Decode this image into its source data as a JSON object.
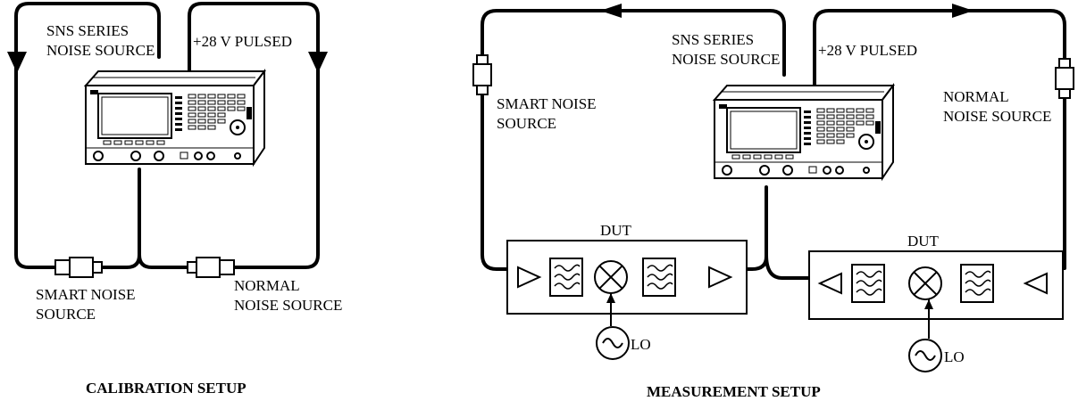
{
  "calibration": {
    "title": "CALIBRATION SETUP",
    "sns_label": [
      "SNS SERIES",
      "NOISE SOURCE"
    ],
    "pulse_label": "+28 V PULSED",
    "smart_label": [
      "SMART NOISE",
      "SOURCE"
    ],
    "normal_label": [
      "NORMAL",
      "NOISE SOURCE"
    ]
  },
  "measurement": {
    "title": "MEASUREMENT SETUP",
    "sns_label": [
      "SNS SERIES",
      "NOISE SOURCE"
    ],
    "pulse_label": "+28 V PULSED",
    "smart_label": [
      "SMART NOISE",
      "SOURCE"
    ],
    "normal_label": [
      "NORMAL",
      "NOISE SOURCE"
    ],
    "dut_left": "DUT",
    "dut_right": "DUT",
    "lo_left": "LO",
    "lo_right": "LO"
  }
}
